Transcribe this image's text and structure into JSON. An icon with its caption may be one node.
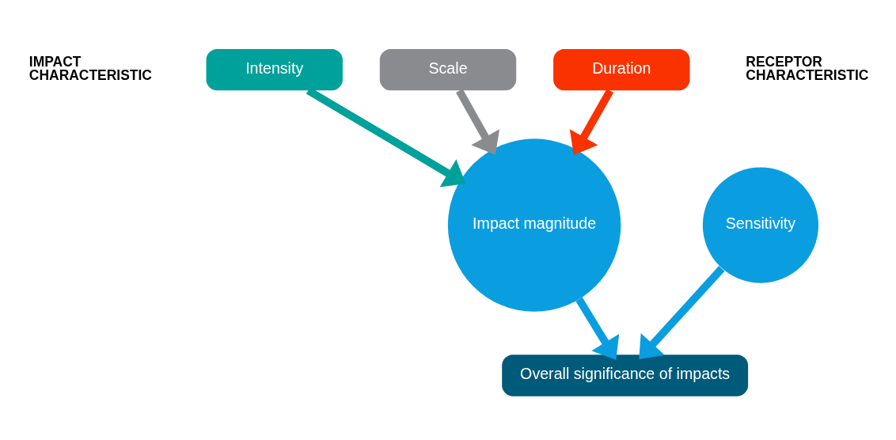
{
  "diagram": {
    "nodes": [
      {
        "text": [
          "Scale"
        ]
      },
      {
        "text": [
          "Intensity"
        ]
      },
      {
        "text": [
          "Duration"
        ]
      },
      {
        "text": [
          "Impact magnitude"
        ]
      },
      {
        "text": [
          "Sensitivity"
        ]
      },
      {
        "text": [
          "Overall significance of impacts"
        ]
      }
    ],
    "edges": [
      {
        "from": 1,
        "to": 3,
        "arrow": "to",
        "color": "#00a19a"
      },
      {
        "from": 0,
        "to": 3,
        "arrow": "to",
        "color": "#8a8b8f"
      },
      {
        "from": 2,
        "to": 3,
        "arrow": "to",
        "color": "#f93200"
      },
      {
        "from": 3,
        "to": 5,
        "arrow": "to"
      },
      {
        "from": 4,
        "to": 5,
        "arrow": "to"
      }
    ],
    "labels": [
      "IMPACT CHARACTERISTIC",
      "RECEPTOR CHARACTERISTIC"
    ]
  }
}
